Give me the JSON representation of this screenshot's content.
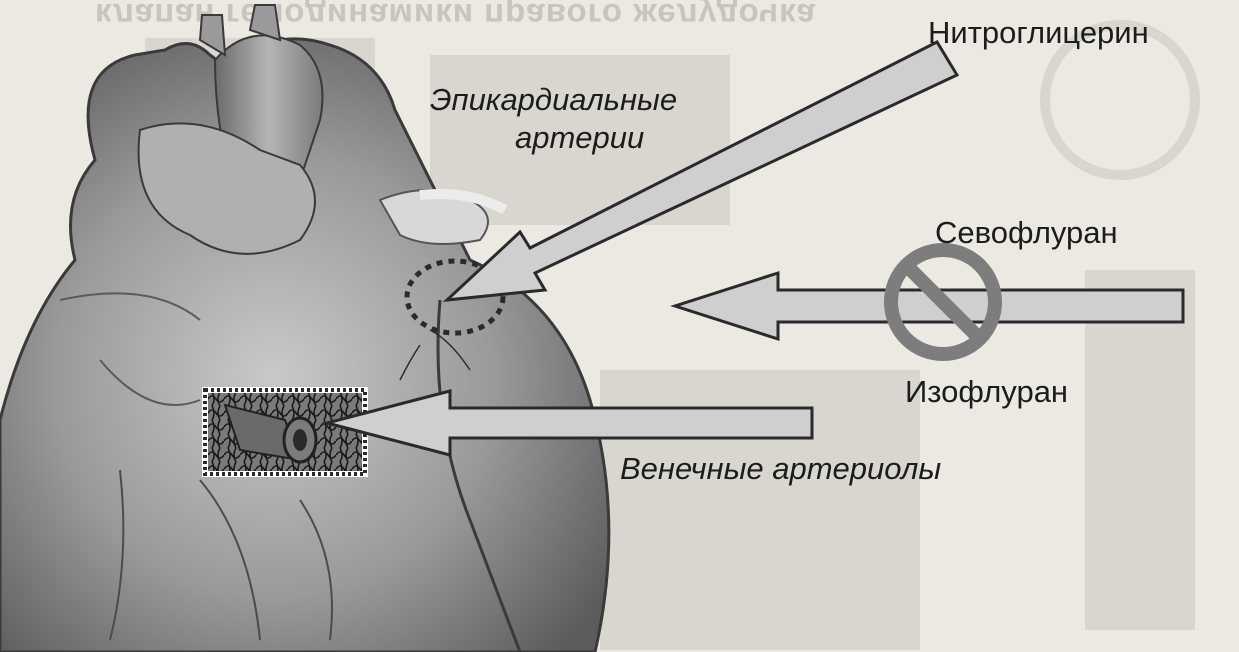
{
  "background": {
    "bleed_through_text": "клапан гемодинамики правого желудочка",
    "colors": {
      "paper": "#ece8e2",
      "ink": "#1c1c1c",
      "arrow_fill": "#cfcfcf",
      "heart_base": "#8d8d8d"
    }
  },
  "labels": {
    "nitroglycerin": "Нитроглицерин",
    "epicardial_line1": "Эпикардиальные",
    "epicardial_line2": "артерии",
    "sevoflurane": "Севофлуран",
    "isoflurane": "Изофлуран",
    "coronary_arterioles": "Венечные артериолы"
  },
  "icons": {
    "prohibition": "no-sign-icon",
    "heart": "heart-illustration"
  }
}
